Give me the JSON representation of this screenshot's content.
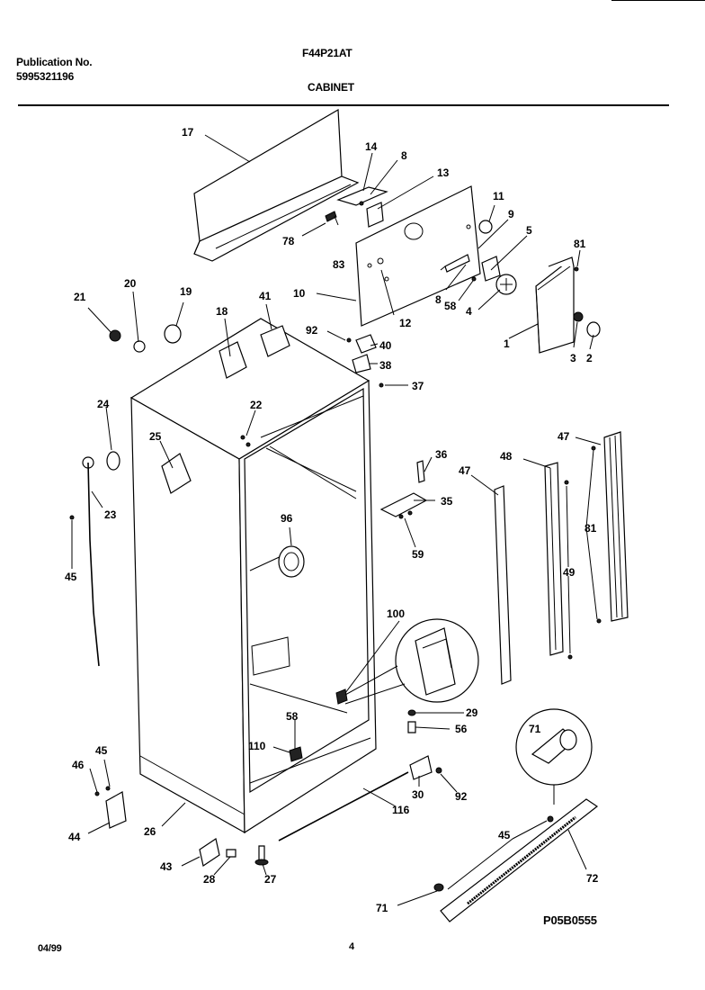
{
  "header": {
    "publication_label": "Publication No.",
    "publication_number": "5995321196",
    "model": "F44P21AT",
    "section": "CABINET"
  },
  "footer": {
    "date": "04/99",
    "page": "4",
    "diagram_code": "P05B0555"
  },
  "callouts": [
    "17",
    "14",
    "8",
    "13",
    "11",
    "9",
    "5",
    "81",
    "78",
    "83",
    "10",
    "12",
    "8",
    "58",
    "4",
    "1",
    "3",
    "2",
    "21",
    "20",
    "19",
    "41",
    "18",
    "92",
    "40",
    "38",
    "37",
    "24",
    "22",
    "25",
    "23",
    "45",
    "96",
    "36",
    "35",
    "59",
    "47",
    "48",
    "47",
    "81",
    "49",
    "100",
    "29",
    "56",
    "58",
    "110",
    "45",
    "46",
    "44",
    "26",
    "43",
    "28",
    "27",
    "116",
    "30",
    "92",
    "71",
    "45",
    "72",
    "71"
  ]
}
